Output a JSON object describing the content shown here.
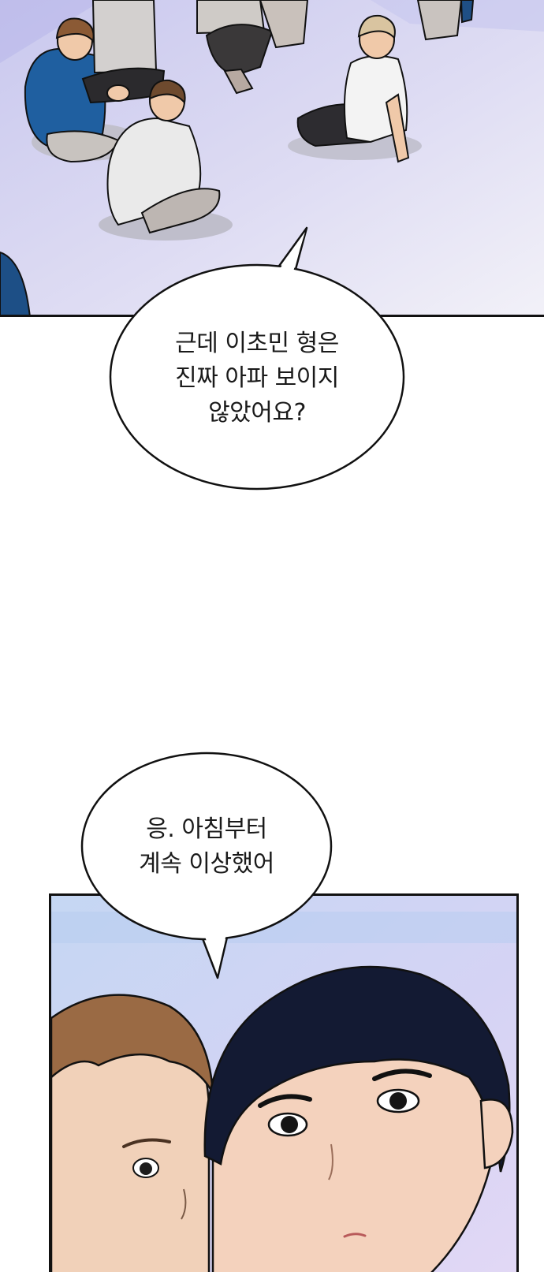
{
  "dialogue": [
    {
      "lines": [
        "근데 이초민 형은",
        "진짜 아파 보이지",
        "않았어요?"
      ]
    },
    {
      "lines": [
        "응. 아침부터",
        "계속 이상했어"
      ]
    }
  ],
  "colors": {
    "floor": "#d9d8f2",
    "outline": "#111111",
    "bubble_fill": "#ffffff",
    "skin": "#f4d2bd",
    "hair_dark": "#131a33",
    "hair_brown": "#9a6a44"
  }
}
